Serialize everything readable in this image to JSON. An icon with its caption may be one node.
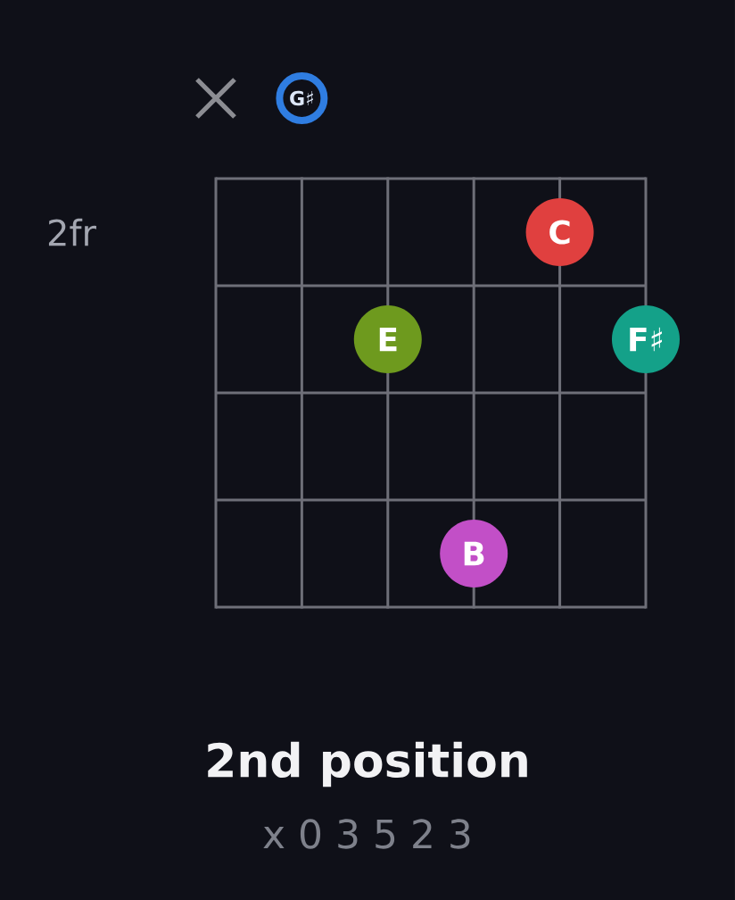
{
  "diagram": {
    "caption": "2nd position",
    "nodes": [
      {
        "text": [
          "G♯"
        ]
      },
      {
        "text": [
          "C"
        ]
      },
      {
        "text": [
          "E"
        ]
      },
      {
        "text": [
          "F♯"
        ]
      },
      {
        "text": [
          "B"
        ]
      }
    ],
    "labels": [
      "2fr",
      "x 0 3 5 2 3"
    ]
  }
}
